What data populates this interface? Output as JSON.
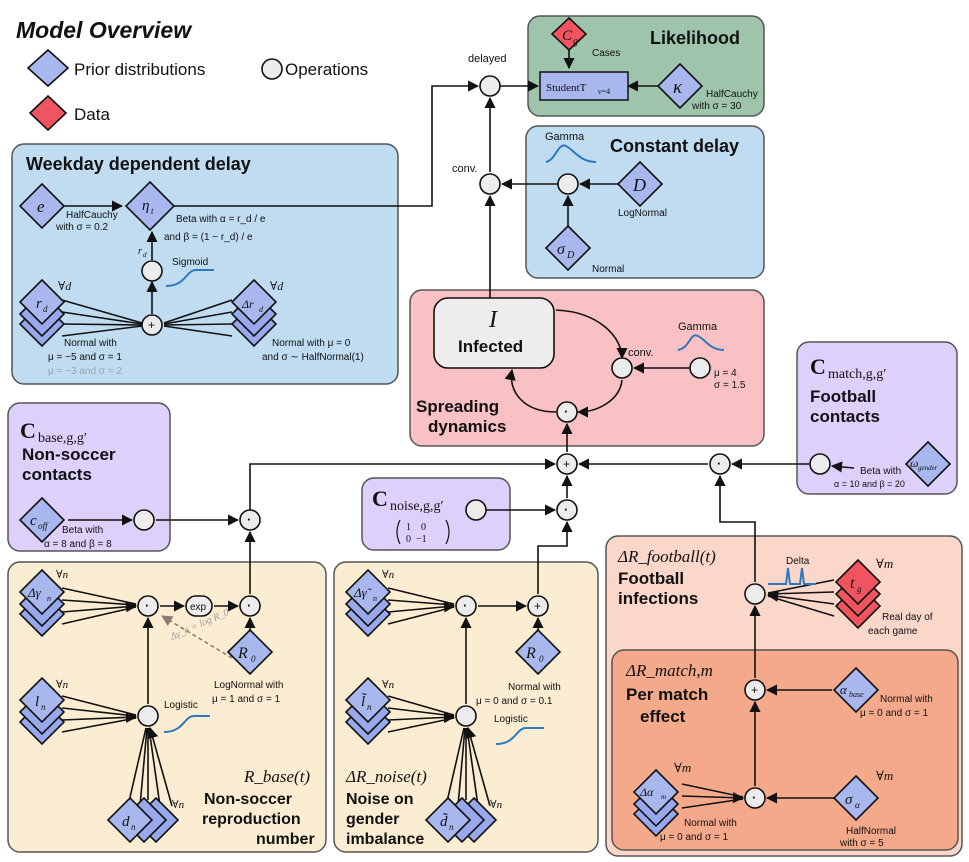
{
  "legend": {
    "title": "Model Overview",
    "prior": "Prior distributions",
    "operations": "Operations",
    "data": "Data"
  },
  "likelihood": {
    "title": "Likelihood",
    "cases_symbol": "C",
    "cases_sub": "g",
    "cases_label": "Cases",
    "dist_label": "StudentT",
    "dist_sub": "ν=4",
    "kappa_symbol": "κ",
    "kappa_prior_1": "HalfCauchy",
    "kappa_prior_2": "with σ = 30",
    "delayed_label": "delayed"
  },
  "constant_delay": {
    "title": "Constant delay",
    "gamma_label": "Gamma",
    "d_symbol": "D",
    "d_prior": "LogNormal",
    "sigma_symbol": "σ",
    "sigma_sub": "D",
    "sigma_prior": "Normal",
    "conv_label": "conv."
  },
  "weekday": {
    "title": "Weekday dependent delay",
    "e_symbol": "e",
    "e_prior_1": "HalfCauchy",
    "e_prior_2": "with σ = 0.2",
    "eta_symbol": "η",
    "eta_sub": "t",
    "beta_1": "Beta with α = r_d / e",
    "beta_2": "and β = (1 − r_d) / e",
    "rd_label": "r",
    "rd_sub": "d",
    "sigmoid_label": "Sigmoid",
    "rdagger_symbol": "r",
    "rdagger_sub": "d",
    "rdagger_forall": "∀d",
    "rdagger_prior_1": "Normal with",
    "rdagger_prior_2": "μ = −5 and σ = 1",
    "rdagger_prior_3": "μ = −3 and σ = 2",
    "drdagger_symbol": "Δr",
    "drdagger_sub": "d",
    "drdagger_forall": "∀d",
    "drdagger_prior_1": "Normal with μ = 0",
    "drdagger_prior_2": "and σ ∼ HalfNormal(1)",
    "plus": "+"
  },
  "spreading": {
    "infected_symbol": "I",
    "infected_label": "Infected",
    "gamma_label": "Gamma",
    "conv_label": "conv.",
    "mu": "μ = 4",
    "sigma": "σ = 1.5",
    "title_1": "Spreading",
    "title_2": "dynamics",
    "dot": "·"
  },
  "base_contacts": {
    "symbol": "C",
    "sub": "base,g,g′",
    "title_1": "Non-soccer",
    "title_2": "contacts",
    "coff_symbol": "c",
    "coff_sub": "off",
    "prior_1": "Beta with",
    "prior_2": "α = 8 and β = 8"
  },
  "noise_contacts": {
    "symbol": "C",
    "sub": "noise,g,g′",
    "matrix_r1": "1    0",
    "matrix_r2": "0  −1"
  },
  "match_contacts": {
    "symbol": "C",
    "sub": "match,g,g′",
    "title_1": "Football",
    "title_2": "contacts",
    "omega_symbol": "ω",
    "omega_sub": "gender",
    "prior_1": "Beta with",
    "prior_2": "α = 10 and β = 20"
  },
  "base_r": {
    "dgamma_symbol": "Δγ",
    "dgamma_sub": "n",
    "l_symbol": "l",
    "l_sub": "n",
    "d_symbol": "d",
    "d_sub": "n",
    "forall": "∀n",
    "exp_label": "exp",
    "logistic_label": "Logistic",
    "dashed_label": "Δγ_n = log R_0",
    "r0_symbol": "R",
    "r0_sub": "0",
    "r0_prior_1": "LogNormal with",
    "r0_prior_2": "μ = 1 and σ = 1",
    "title_symbol": "R_base(t)",
    "title_1": "Non-soccer",
    "title_2": "reproduction",
    "title_3": "number"
  },
  "noise_r": {
    "dgamma_symbol": "Δγ̃",
    "dgamma_sub": "n",
    "l_symbol": "l̃",
    "l_sub": "n",
    "d_symbol": "d̃",
    "d_sub": "n",
    "forall": "∀n",
    "r0_symbol": "R",
    "r0_sub": "0",
    "r0_prior_1": "Normal with",
    "r0_prior_2": "μ = 0 and σ = 0.1",
    "logistic_label": "Logistic",
    "title_symbol": "ΔR_noise(t)",
    "title_1": "Noise on",
    "title_2": "gender",
    "title_3": "imbalance"
  },
  "football": {
    "title_symbol": "ΔR_football(t)",
    "title_1": "Football",
    "title_2": "infections",
    "delta_label": "Delta",
    "tg_symbol": "t",
    "tg_sub": "g",
    "forall": "∀m",
    "tg_prior_1": "Real day of",
    "tg_prior_2": "each game"
  },
  "per_match": {
    "title_symbol": "ΔR_match,m",
    "title_1": "Per match",
    "title_2": "effect",
    "alpha_base_symbol": "α",
    "alpha_base_sub": "base",
    "alpha_base_prior_1": "Normal with",
    "alpha_base_prior_2": "μ = 0 and σ = 1",
    "dalpha_symbol": "Δα",
    "dalpha_sub": "m",
    "forall": "∀m",
    "dalpha_prior_1": "Normal with",
    "dalpha_prior_2": "μ = 0 and σ = 1",
    "sigma_alpha_symbol": "σ",
    "sigma_alpha_sub": "α",
    "sigma_alpha_forall": "∀m",
    "sigma_alpha_prior_1": "HalfNormal",
    "sigma_alpha_prior_2": "with σ = 5"
  },
  "colors": {
    "prior": "#a9b7ef",
    "data": "#f0555f",
    "likelihood_bg": "#9ec5ac",
    "delay_bg": "#bfdcf1",
    "spreading_bg": "#f9c1c4",
    "contacts_bg": "#ddd0fb",
    "base_bg": "#fbedd2",
    "football_bg": "#fbd7c9",
    "per_match_bg": "#f5a98b"
  }
}
